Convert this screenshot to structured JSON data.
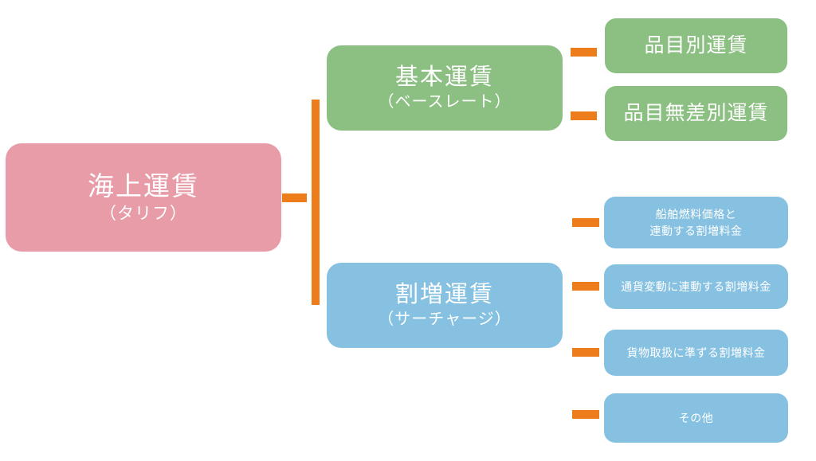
{
  "diagram": {
    "type": "tree",
    "orientation": "left-to-right",
    "background_color": "#ffffff",
    "connector_color": "#ed7d1a",
    "root": {
      "title": "海上運賃",
      "subtitle": "（タリフ）",
      "color": "#e79ca8",
      "text_color": "#ffffff"
    },
    "branches": [
      {
        "title": "基本運賃",
        "subtitle": "（ベースレート）",
        "color": "#8cc083",
        "text_color": "#ffffff",
        "children": [
          {
            "line1": "品目別運賃",
            "line2": ""
          },
          {
            "line1": "品目無差別運賃",
            "line2": ""
          }
        ]
      },
      {
        "title": "割増運賃",
        "subtitle": "（サーチャージ）",
        "color": "#86c1e2",
        "text_color": "#ffffff",
        "children": [
          {
            "line1": "船舶燃料価格と",
            "line2": "連動する割増料金"
          },
          {
            "line1": "通貨変動に連動する割増料金",
            "line2": ""
          },
          {
            "line1": "貨物取扱に準ずる割増料金",
            "line2": ""
          },
          {
            "line1": "その他",
            "line2": ""
          }
        ]
      }
    ]
  }
}
